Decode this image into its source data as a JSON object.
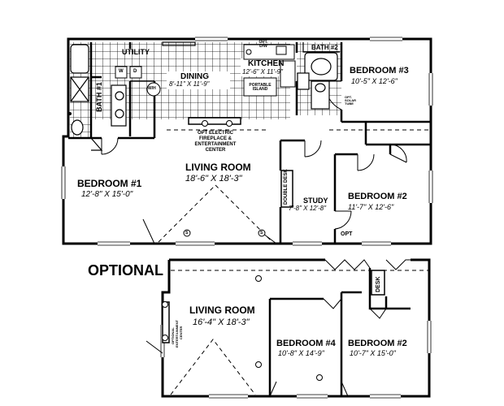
{
  "plan": {
    "main": {
      "utility": "UTILITY",
      "dining": {
        "name": "DINING",
        "dim": "8'-11\" X 11'-9\""
      },
      "kitchen": {
        "name": "KITCHEN",
        "dim": "12'-6\" X 11'-9\"",
        "island": "PORTABLE ISLAND"
      },
      "bath1": "BATH #1",
      "bath2": "BATH #2",
      "bedroom3": {
        "name": "BEDROOM #3",
        "dim": "10'-5\" X 12'-6\"",
        "solar": "OPT. SOLAR TUBE"
      },
      "fireplace": [
        "OPT ELECTRIC",
        "FIREPLACE &",
        "ENTERTAINMENT",
        "CENTER"
      ],
      "bedroom1": {
        "name": "BEDROOM #1",
        "dim": "12'-8\" X 15'-0\""
      },
      "living": {
        "name": "LIVING ROOM",
        "dim": "18'-6\" X 18'-3\""
      },
      "double_desk": "DOUBLE DESK",
      "study": {
        "name": "STUDY",
        "dim": "7'-8\" X 12'-8\""
      },
      "bedroom2": {
        "name": "BEDROOM #2",
        "dim": "11'-7\" X 12'-6\""
      },
      "opt": "OPT",
      "opt_dw": "OPT. D/W",
      "wd": [
        "W",
        "D"
      ],
      "wh": "W/H"
    },
    "optional": {
      "title": "OPTIONAL",
      "living": {
        "name": "LIVING ROOM",
        "dim": "16'-4\" X 18'-3\""
      },
      "entertainment": [
        "OPTIONAL",
        "ENTERTAINMENT",
        "CENTER"
      ],
      "desk": "DESK",
      "bedroom4": {
        "name": "BEDROOM #4",
        "dim": "10'-8\" X 14'-9\""
      },
      "bedroom2": {
        "name": "BEDROOM #2",
        "dim": "10'-7\" X 15'-0\""
      }
    },
    "outlet_symbol": "S"
  }
}
